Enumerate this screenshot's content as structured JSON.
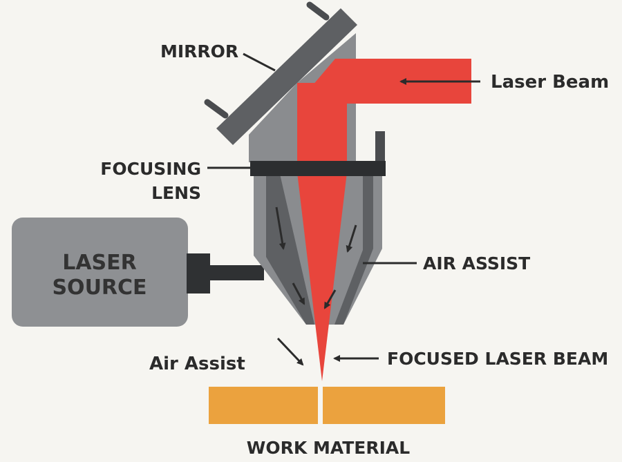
{
  "labels": {
    "mirror": "MIRROR",
    "laser_beam": "Laser Beam",
    "focusing_lens_line1": "FOCUSING",
    "focusing_lens_line2": "LENS",
    "laser_source_line1": "LASER",
    "laser_source_line2": "SOURCE",
    "air_assist_upper": "AIR ASSIST",
    "air_assist_lower": "Air Assist",
    "focused_laser_beam": "FOCUSED LASER BEAM",
    "work_material": "WORK MATERIAL"
  },
  "colors": {
    "background": "#f6f5f1",
    "beam_red": "#e8453c",
    "housing_gray": "#8a8c8f",
    "housing_dark": "#4a4c4f",
    "mirror_gray": "#5e6063",
    "lens_dark": "#2c2e30",
    "source_gray": "#8e9093",
    "work_orange": "#eba23e",
    "text_dark": "#2b2b2b"
  },
  "icons": {
    "arrow": "arrow-icon"
  }
}
